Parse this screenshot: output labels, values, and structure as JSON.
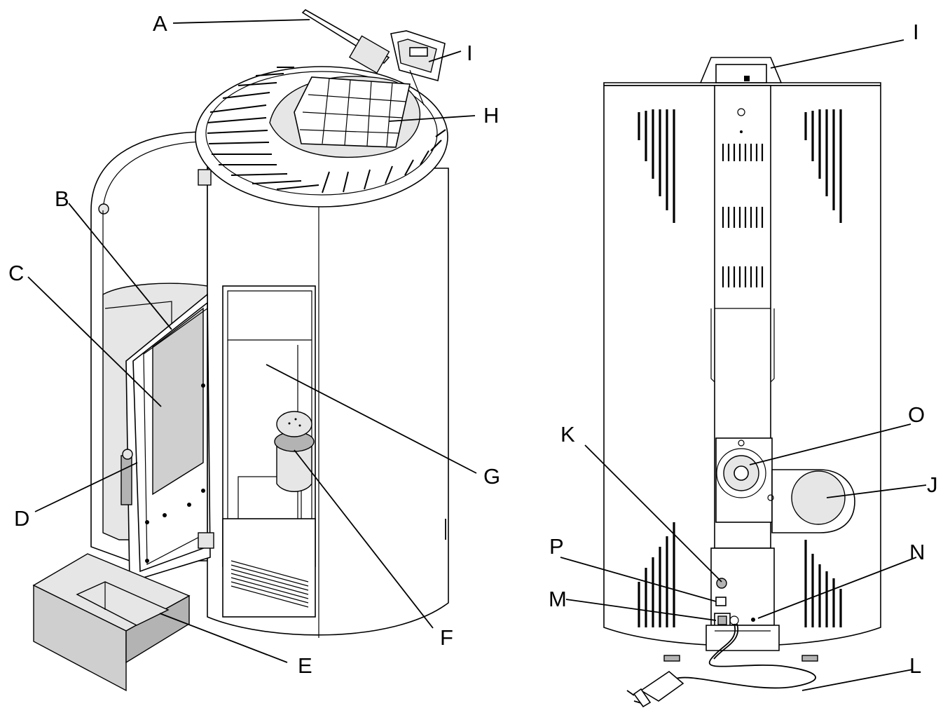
{
  "figure": {
    "left_view": {
      "labels": [
        "A",
        "B",
        "C",
        "D",
        "E",
        "F",
        "G",
        "H",
        "I"
      ]
    },
    "right_view": {
      "labels": [
        "I",
        "J",
        "K",
        "L",
        "M",
        "N",
        "O",
        "P"
      ]
    }
  }
}
